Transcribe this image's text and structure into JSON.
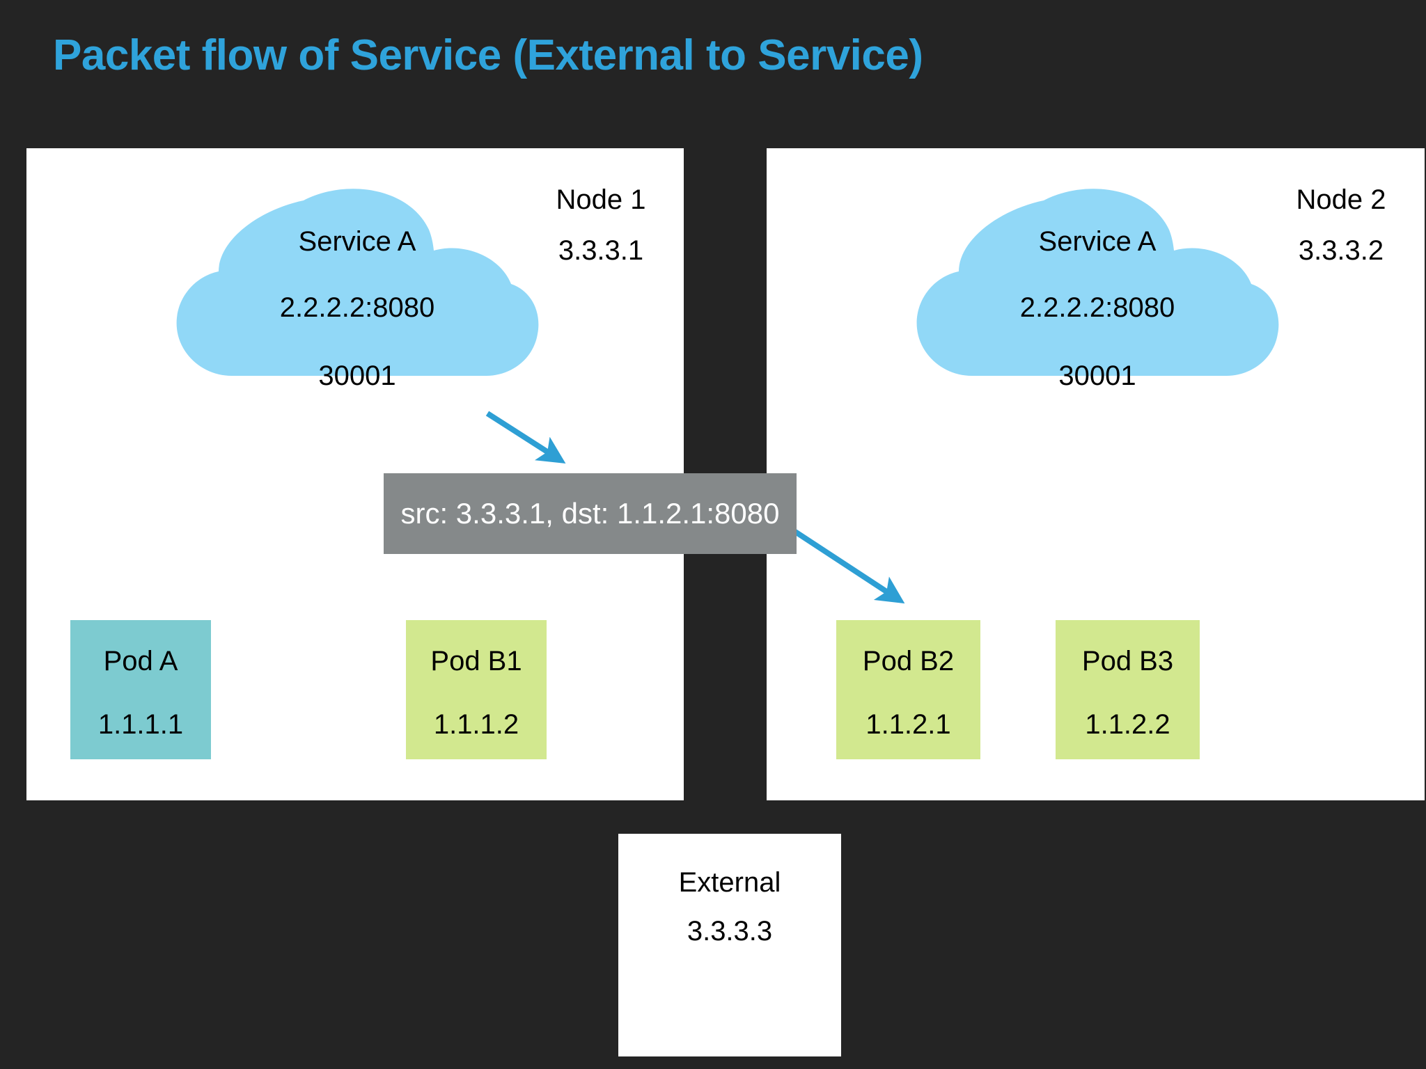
{
  "slide": {
    "title": "Packet flow of Service (External to Service)",
    "background_color": "#242424",
    "title_color": "#2FA3DB"
  },
  "colors": {
    "cloud": "#91D8F7",
    "pod_a": "#7DCBD0",
    "pod_b": "#D2E88F",
    "packet_label": "#85898A",
    "arrow": "#2E9FD4",
    "panel": "#FFFFFF"
  },
  "nodes": [
    {
      "name": "Node 1",
      "ip": "3.3.3.1",
      "service": {
        "name": "Service A",
        "cluster_ip": "2.2.2.2:8080",
        "node_port": "30001"
      },
      "pods": [
        {
          "name": "Pod A",
          "ip": "1.1.1.1",
          "color": "#7DCBD0"
        },
        {
          "name": "Pod B1",
          "ip": "1.1.1.2",
          "color": "#D2E88F"
        }
      ]
    },
    {
      "name": "Node 2",
      "ip": "3.3.3.2",
      "service": {
        "name": "Service A",
        "cluster_ip": "2.2.2.2:8080",
        "node_port": "30001"
      },
      "pods": [
        {
          "name": "Pod B2",
          "ip": "1.1.2.1",
          "color": "#D2E88F"
        },
        {
          "name": "Pod B3",
          "ip": "1.1.2.2",
          "color": "#D2E88F"
        }
      ]
    }
  ],
  "packet": {
    "label": "src: 3.3.3.1, dst: 1.1.2.1:8080"
  },
  "external": {
    "name": "External",
    "ip": "3.3.3.3"
  },
  "arrows": [
    {
      "name": "service-to-packet",
      "from": "Service A cloud (Node 1)",
      "to": "packet label"
    },
    {
      "name": "packet-to-pod-b2",
      "from": "packet label",
      "to": "Pod B2"
    }
  ]
}
